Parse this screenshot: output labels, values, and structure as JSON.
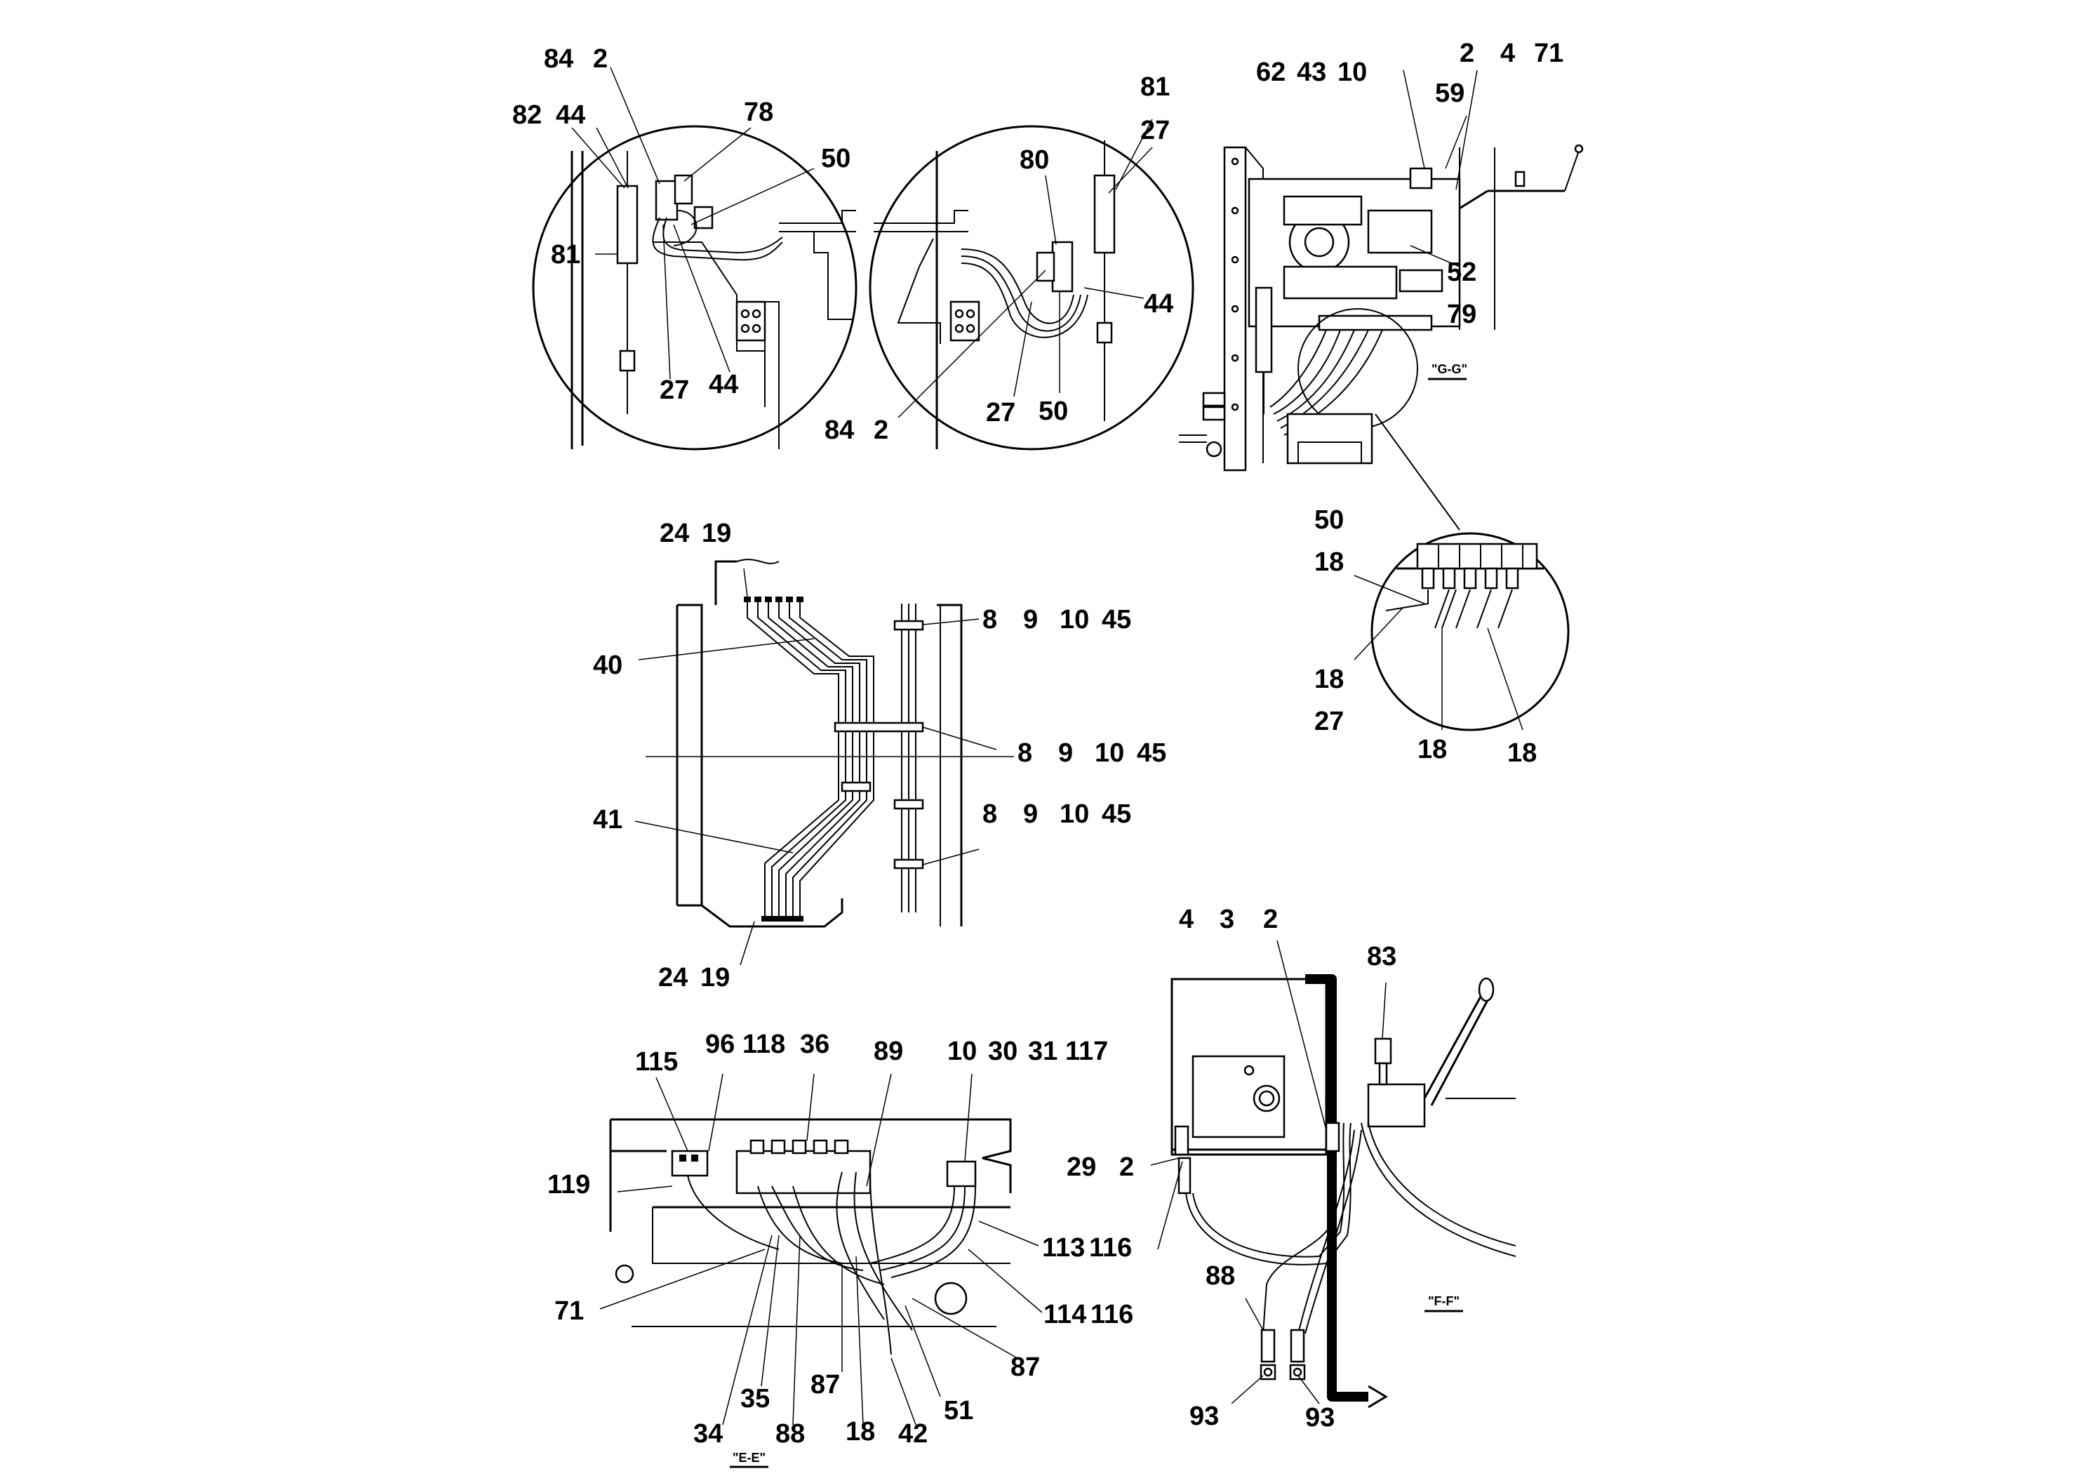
{
  "views": {
    "gg": "\"G-G\"",
    "ee": "\"E-E\"",
    "ff": "\"F-F\""
  },
  "callouts": {
    "a84": "84",
    "a2": "2",
    "a82": "82",
    "a44": "44",
    "a78": "78",
    "a50": "50",
    "a81": "81",
    "a27": "27",
    "a44b": "44",
    "b81": "81",
    "b27": "27",
    "b80": "80",
    "b44": "44",
    "b84": "84",
    "b2": "2",
    "b27b": "27",
    "b50": "50",
    "g62": "62",
    "g43": "43",
    "g10": "10",
    "g2": "2",
    "g4": "4",
    "g71": "71",
    "g59": "59",
    "g52": "52",
    "g79": "79",
    "d50": "50",
    "d18a": "18",
    "d18b": "18",
    "d27": "27",
    "d18c": "18",
    "d18d": "18",
    "c24a": "24",
    "c19a": "19",
    "c40": "40",
    "c8a": "8",
    "c9a": "9",
    "c10a": "10",
    "c45a": "45",
    "c8b": "8",
    "c9b": "9",
    "c10b": "10",
    "c45b": "45",
    "c41": "41",
    "c8c": "8",
    "c9c": "9",
    "c10c": "10",
    "c45c": "45",
    "c24b": "24",
    "c19b": "19",
    "e115": "115",
    "e96": "96",
    "e118": "118",
    "e36": "36",
    "e89": "89",
    "e10": "10",
    "e30": "30",
    "e31": "31",
    "e117": "117",
    "e119": "119",
    "e113": "113",
    "e116a": "116",
    "e114": "114",
    "e116b": "116",
    "e71": "71",
    "e87a": "87",
    "e87b": "87",
    "e51": "51",
    "e35": "35",
    "e34": "34",
    "e88": "88",
    "e18": "18",
    "e42": "42",
    "f4": "4",
    "f3": "3",
    "f2": "2",
    "f83": "83",
    "f29": "29",
    "f2b": "2",
    "f88": "88",
    "f93a": "93",
    "f93b": "93"
  }
}
